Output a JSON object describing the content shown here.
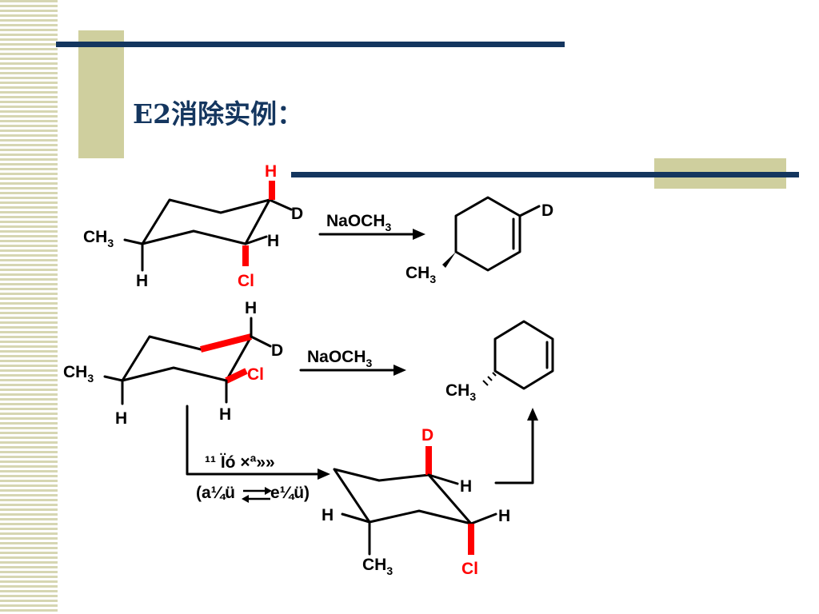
{
  "slide": {
    "title": "E2消除实例：",
    "colors": {
      "navy": "#14365f",
      "tan": "#cfcf9e",
      "red": "#ff0000",
      "stripe": "#d6d6b2"
    }
  },
  "reaction1": {
    "reactant": {
      "h_top": "H",
      "d": "D",
      "h_right": "H",
      "cl": "Cl",
      "ch3": "CH",
      "ch3_sub": "3",
      "h_bottom": "H"
    },
    "reagent": "NaOCH",
    "reagent_sub": "3",
    "product": {
      "d": "D",
      "ch3": "CH",
      "ch3_sub": "3"
    }
  },
  "reaction2": {
    "reactant": {
      "h_top": "H",
      "d": "D",
      "cl": "Cl",
      "ch3": "CH",
      "ch3_sub": "3",
      "h_left_bottom": "H",
      "h_bottom": "H"
    },
    "reagent": "NaOCH",
    "reagent_sub": "3",
    "product": {
      "ch3": "CH",
      "ch3_sub": "3"
    }
  },
  "ring_flip": {
    "label_line1": "¹¹ Ïó ×ª»»",
    "label_line2_left": "(a¼ü",
    "label_line2_right": "e¼ü)",
    "conformer": {
      "d": "D",
      "h_right_top": "H",
      "h_left": "H",
      "h_right": "H",
      "ch3": "CH",
      "ch3_sub": "3",
      "cl": "Cl"
    }
  }
}
